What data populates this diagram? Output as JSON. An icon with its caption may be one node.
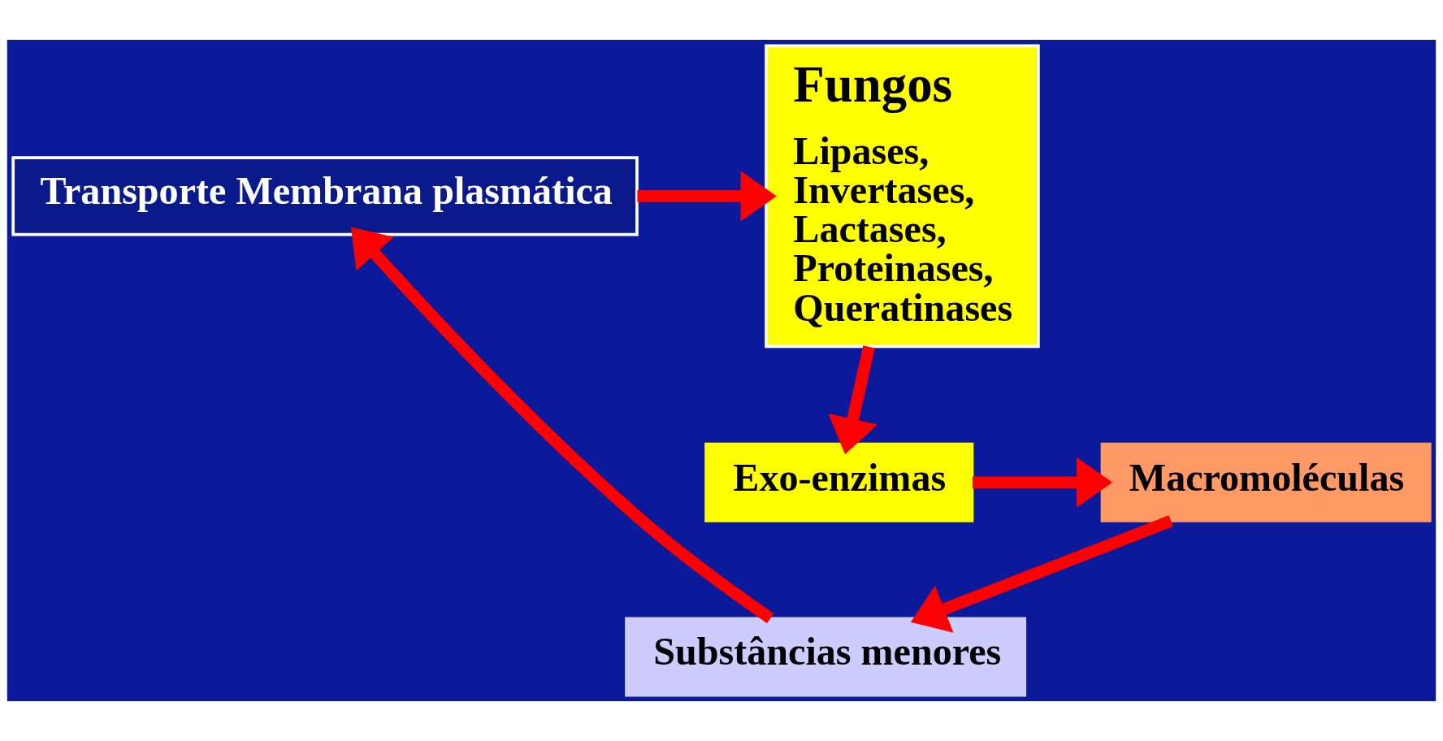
{
  "diagram": {
    "nodes": [
      {
        "text": [
          "Fungos",
          "Lipases, Invertases, Lactases, Proteinases, Queratinases"
        ]
      },
      {
        "text": [
          "Transporte Membrana plasmática"
        ]
      },
      {
        "text": [
          "Substâncias menores"
        ]
      },
      {
        "text": [
          "Macromoléculas"
        ]
      },
      {
        "text": [
          "Exo-enzimas"
        ]
      }
    ],
    "edges": [
      {
        "from": 0,
        "to": 4,
        "arrow": "to"
      },
      {
        "from": 4,
        "to": 3,
        "arrow": "to"
      },
      {
        "from": 3,
        "to": 2,
        "arrow": "to"
      },
      {
        "from": 2,
        "to": 1,
        "arrow": "to"
      },
      {
        "from": 1,
        "to": 0,
        "arrow": "to"
      }
    ]
  }
}
